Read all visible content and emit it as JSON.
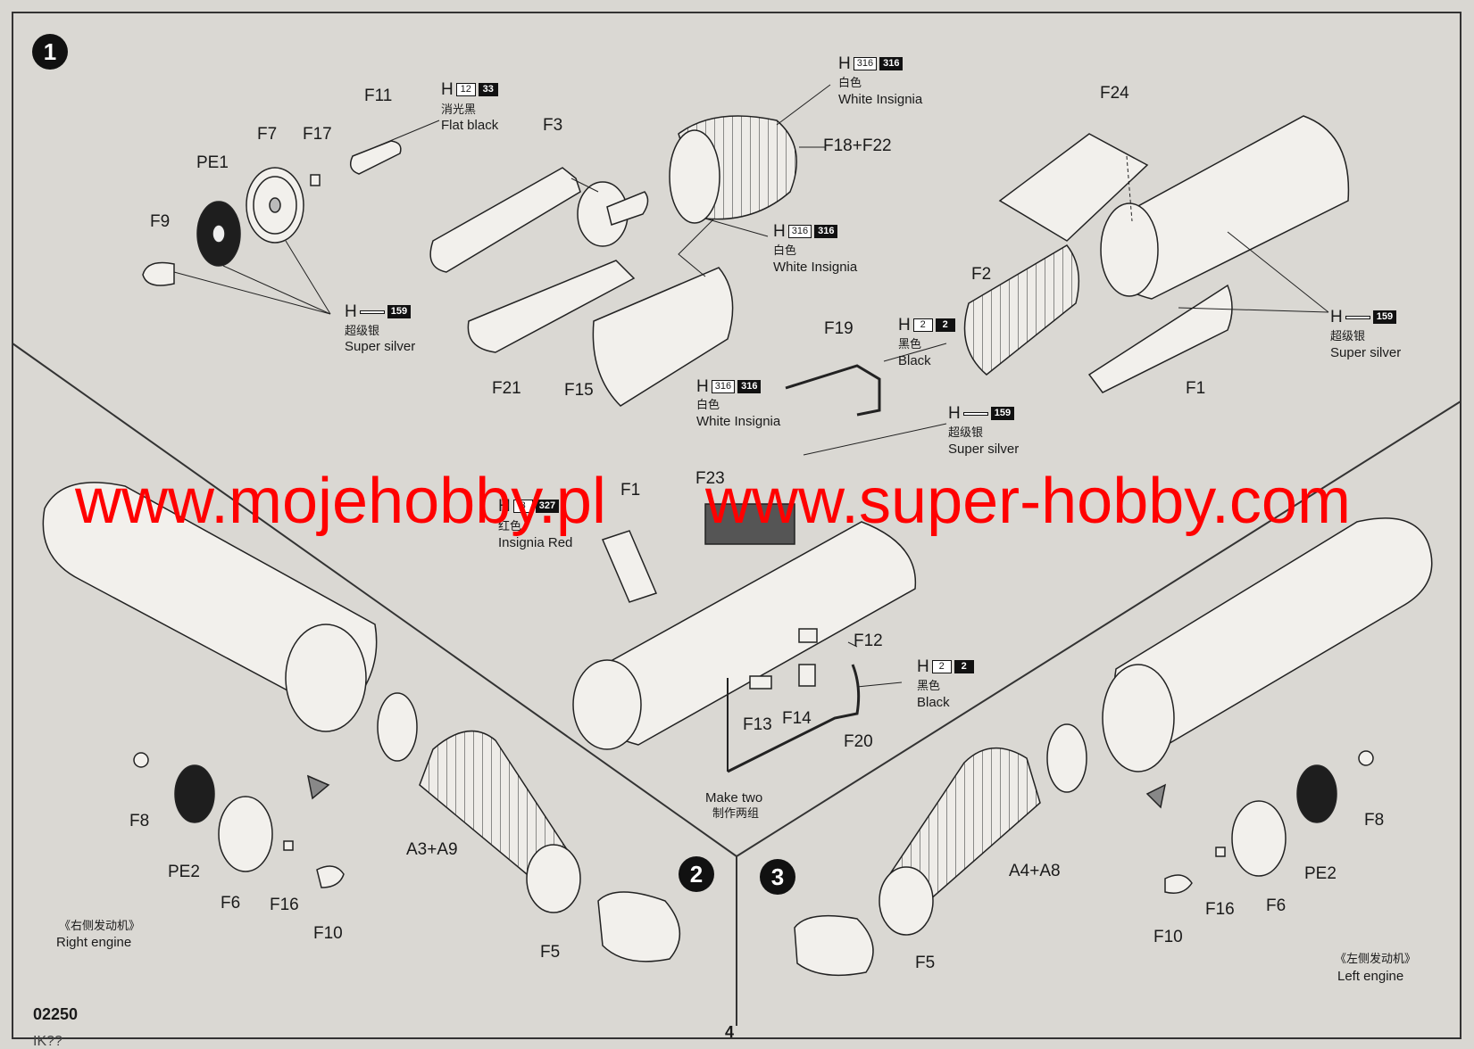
{
  "steps": [
    "1",
    "2",
    "3"
  ],
  "watermarks": [
    "www.mojehobby.pl",
    "www.super-hobby.com"
  ],
  "footer": {
    "code": "02250",
    "page": "4",
    "cut_text": "IK??"
  },
  "parts": {
    "f11": "F11",
    "f7": "F7",
    "f17": "F17",
    "pe1": "PE1",
    "f9": "F9",
    "f3": "F3",
    "f18f22": "F18+F22",
    "f24": "F24",
    "f2": "F2",
    "f1": "F1",
    "f21": "F21",
    "f15": "F15",
    "f19": "F19",
    "f23": "F23",
    "f1b": "F1",
    "f12": "F12",
    "f13": "F13",
    "f14": "F14",
    "f20": "F20",
    "f8a": "F8",
    "pe2a": "PE2",
    "f6a": "F6",
    "f16a": "F16",
    "f10a": "F10",
    "a3a9": "A3+A9",
    "f5a": "F5",
    "a4a8": "A4+A8",
    "f5b": "F5",
    "f10b": "F10",
    "f16b": "F16",
    "f6b": "F6",
    "pe2b": "PE2",
    "f8b": "F8"
  },
  "paints": {
    "flat_black": {
      "letter": "H",
      "code1": "12",
      "code2": "33",
      "cn": "消光黑",
      "en": "Flat black"
    },
    "white1": {
      "letter": "H",
      "code1": "316",
      "code2": "316",
      "cn": "白色",
      "en": "White Insignia"
    },
    "white2": {
      "letter": "H",
      "code1": "316",
      "code2": "316",
      "cn": "白色",
      "en": "White Insignia"
    },
    "white3": {
      "letter": "H",
      "code1": "316",
      "code2": "316",
      "cn": "白色",
      "en": "White Insignia"
    },
    "silver1": {
      "letter": "H",
      "code1": "",
      "code2": "159",
      "cn": "超级银",
      "en": "Super silver"
    },
    "silver2": {
      "letter": "H",
      "code1": "",
      "code2": "159",
      "cn": "超级银",
      "en": "Super silver"
    },
    "silver3": {
      "letter": "H",
      "code1": "",
      "code2": "159",
      "cn": "超级银",
      "en": "Super silver"
    },
    "black1": {
      "letter": "H",
      "code1": "2",
      "code2": "2",
      "cn": "黑色",
      "en": "Black"
    },
    "black2": {
      "letter": "H",
      "code1": "2",
      "code2": "2",
      "cn": "黑色",
      "en": "Black"
    },
    "red": {
      "letter": "H",
      "code1": "3",
      "code2": "327",
      "cn": "红色",
      "en": "Insignia Red"
    }
  },
  "notes": {
    "make_two_en": "Make two",
    "make_two_cn": "制作两组",
    "right_cn": "《右侧发动机》",
    "right_en": "Right engine",
    "left_cn": "《左侧发动机》",
    "left_en": "Left engine"
  }
}
